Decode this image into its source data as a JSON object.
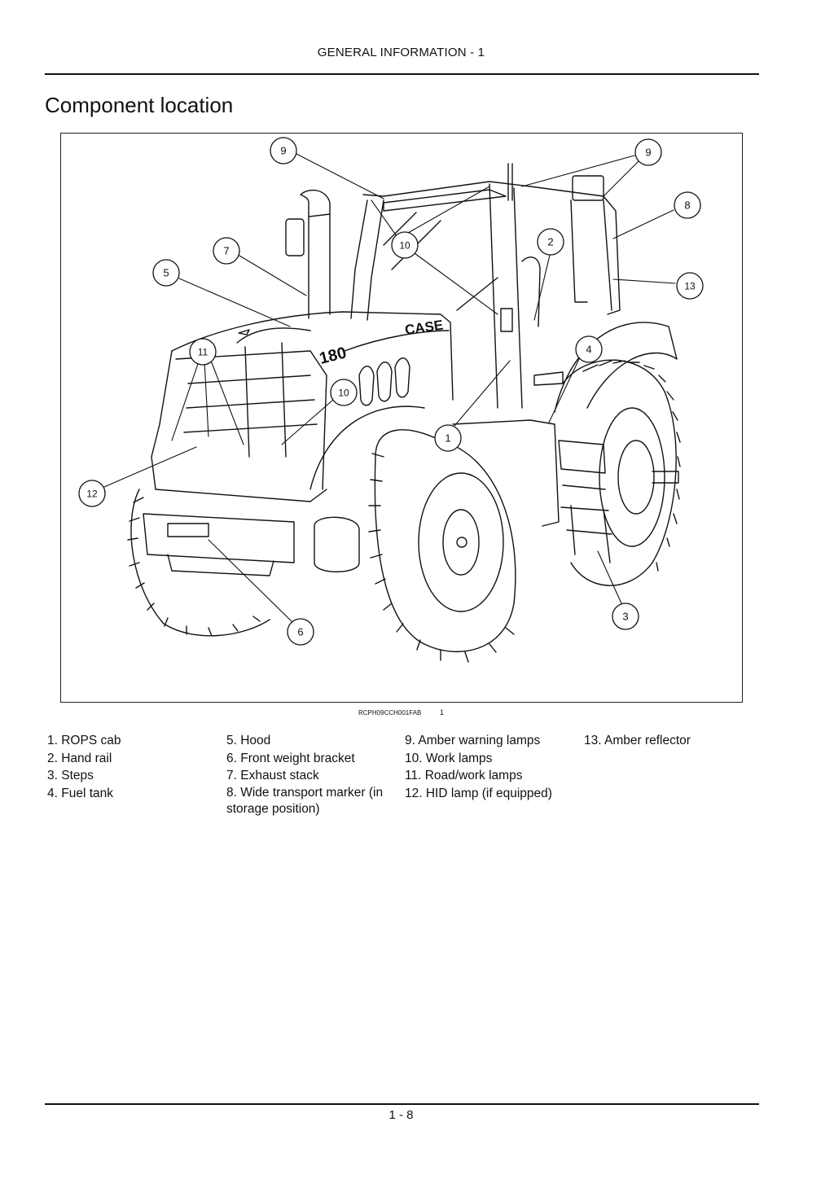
{
  "header": {
    "title": "GENERAL INFORMATION - 1"
  },
  "section": {
    "title": "Component location"
  },
  "figure": {
    "caption_code": "RCPH09CCH001FAB",
    "figure_number": "1",
    "callouts": [
      "9",
      "9",
      "8",
      "7",
      "5",
      "10",
      "2",
      "13",
      "11",
      "4",
      "10",
      "1",
      "12",
      "6",
      "3"
    ],
    "decal_text": {
      "brand": "CASE",
      "model": "180"
    }
  },
  "legend": {
    "col1": [
      "1.  ROPS cab",
      "2.  Hand rail",
      "3.  Steps",
      "4.  Fuel tank"
    ],
    "col2": [
      "5.  Hood",
      "6.  Front weight bracket",
      "7.  Exhaust stack",
      "8.  Wide transport marker (in storage position)"
    ],
    "col3": [
      "9.  Amber warning lamps",
      "10.  Work lamps",
      "11.  Road/work lamps",
      "12.  HID lamp (if equipped)"
    ],
    "col4": [
      "13.  Amber reflector"
    ]
  },
  "footer": {
    "page_number": "1 - 8"
  }
}
